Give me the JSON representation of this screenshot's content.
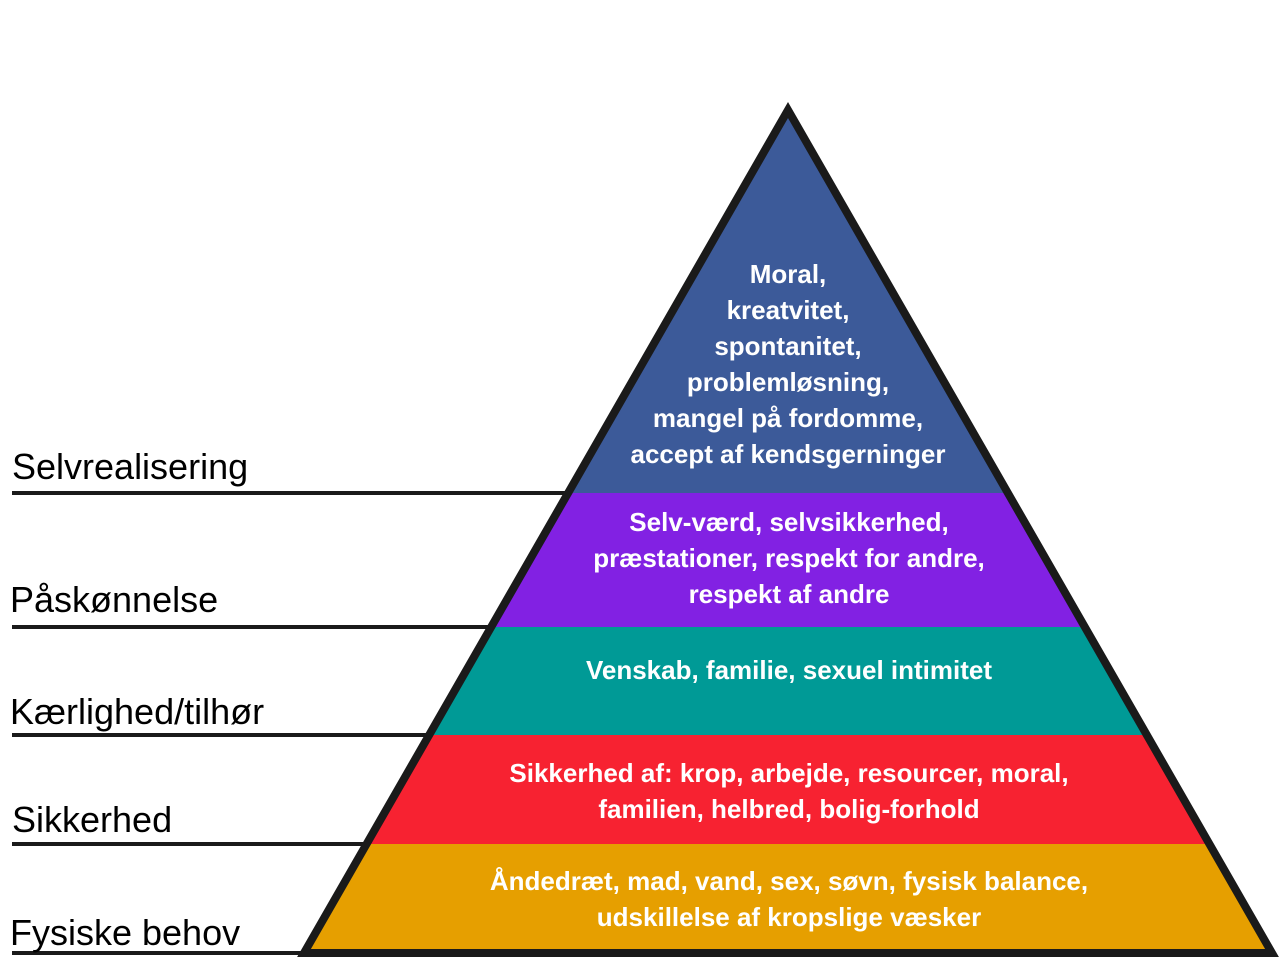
{
  "levels": [
    {
      "label": "Selvrealisering",
      "color": "#3c5a99",
      "lines": [
        "Moral,",
        "kreatvitet,",
        "spontanitet,",
        "problemløsning,",
        "mangel på fordomme,",
        "accept af kendsgerninger"
      ]
    },
    {
      "label": "Påskønnelse",
      "color": "#8221e3",
      "lines": [
        "Selv-værd, selvsikkerhed,",
        "præstationer, respekt for andre,",
        "respekt af andre"
      ]
    },
    {
      "label": "Kærlighed/tilhør",
      "color": "#009a96",
      "lines": [
        "Venskab, familie, sexuel intimitet"
      ]
    },
    {
      "label": "Sikkerhed",
      "color": "#f72231",
      "lines": [
        "Sikkerhed af: krop, arbejde, resourcer, moral,",
        "familien, helbred, bolig-forhold"
      ]
    },
    {
      "label": "Fysiske behov",
      "color": "#e69f00",
      "lines": [
        "Åndedræt, mad, vand, sex, søvn, fysisk balance,",
        "udskillelse af kropslige væsker"
      ]
    }
  ],
  "outline_color": "#1a1a1a"
}
